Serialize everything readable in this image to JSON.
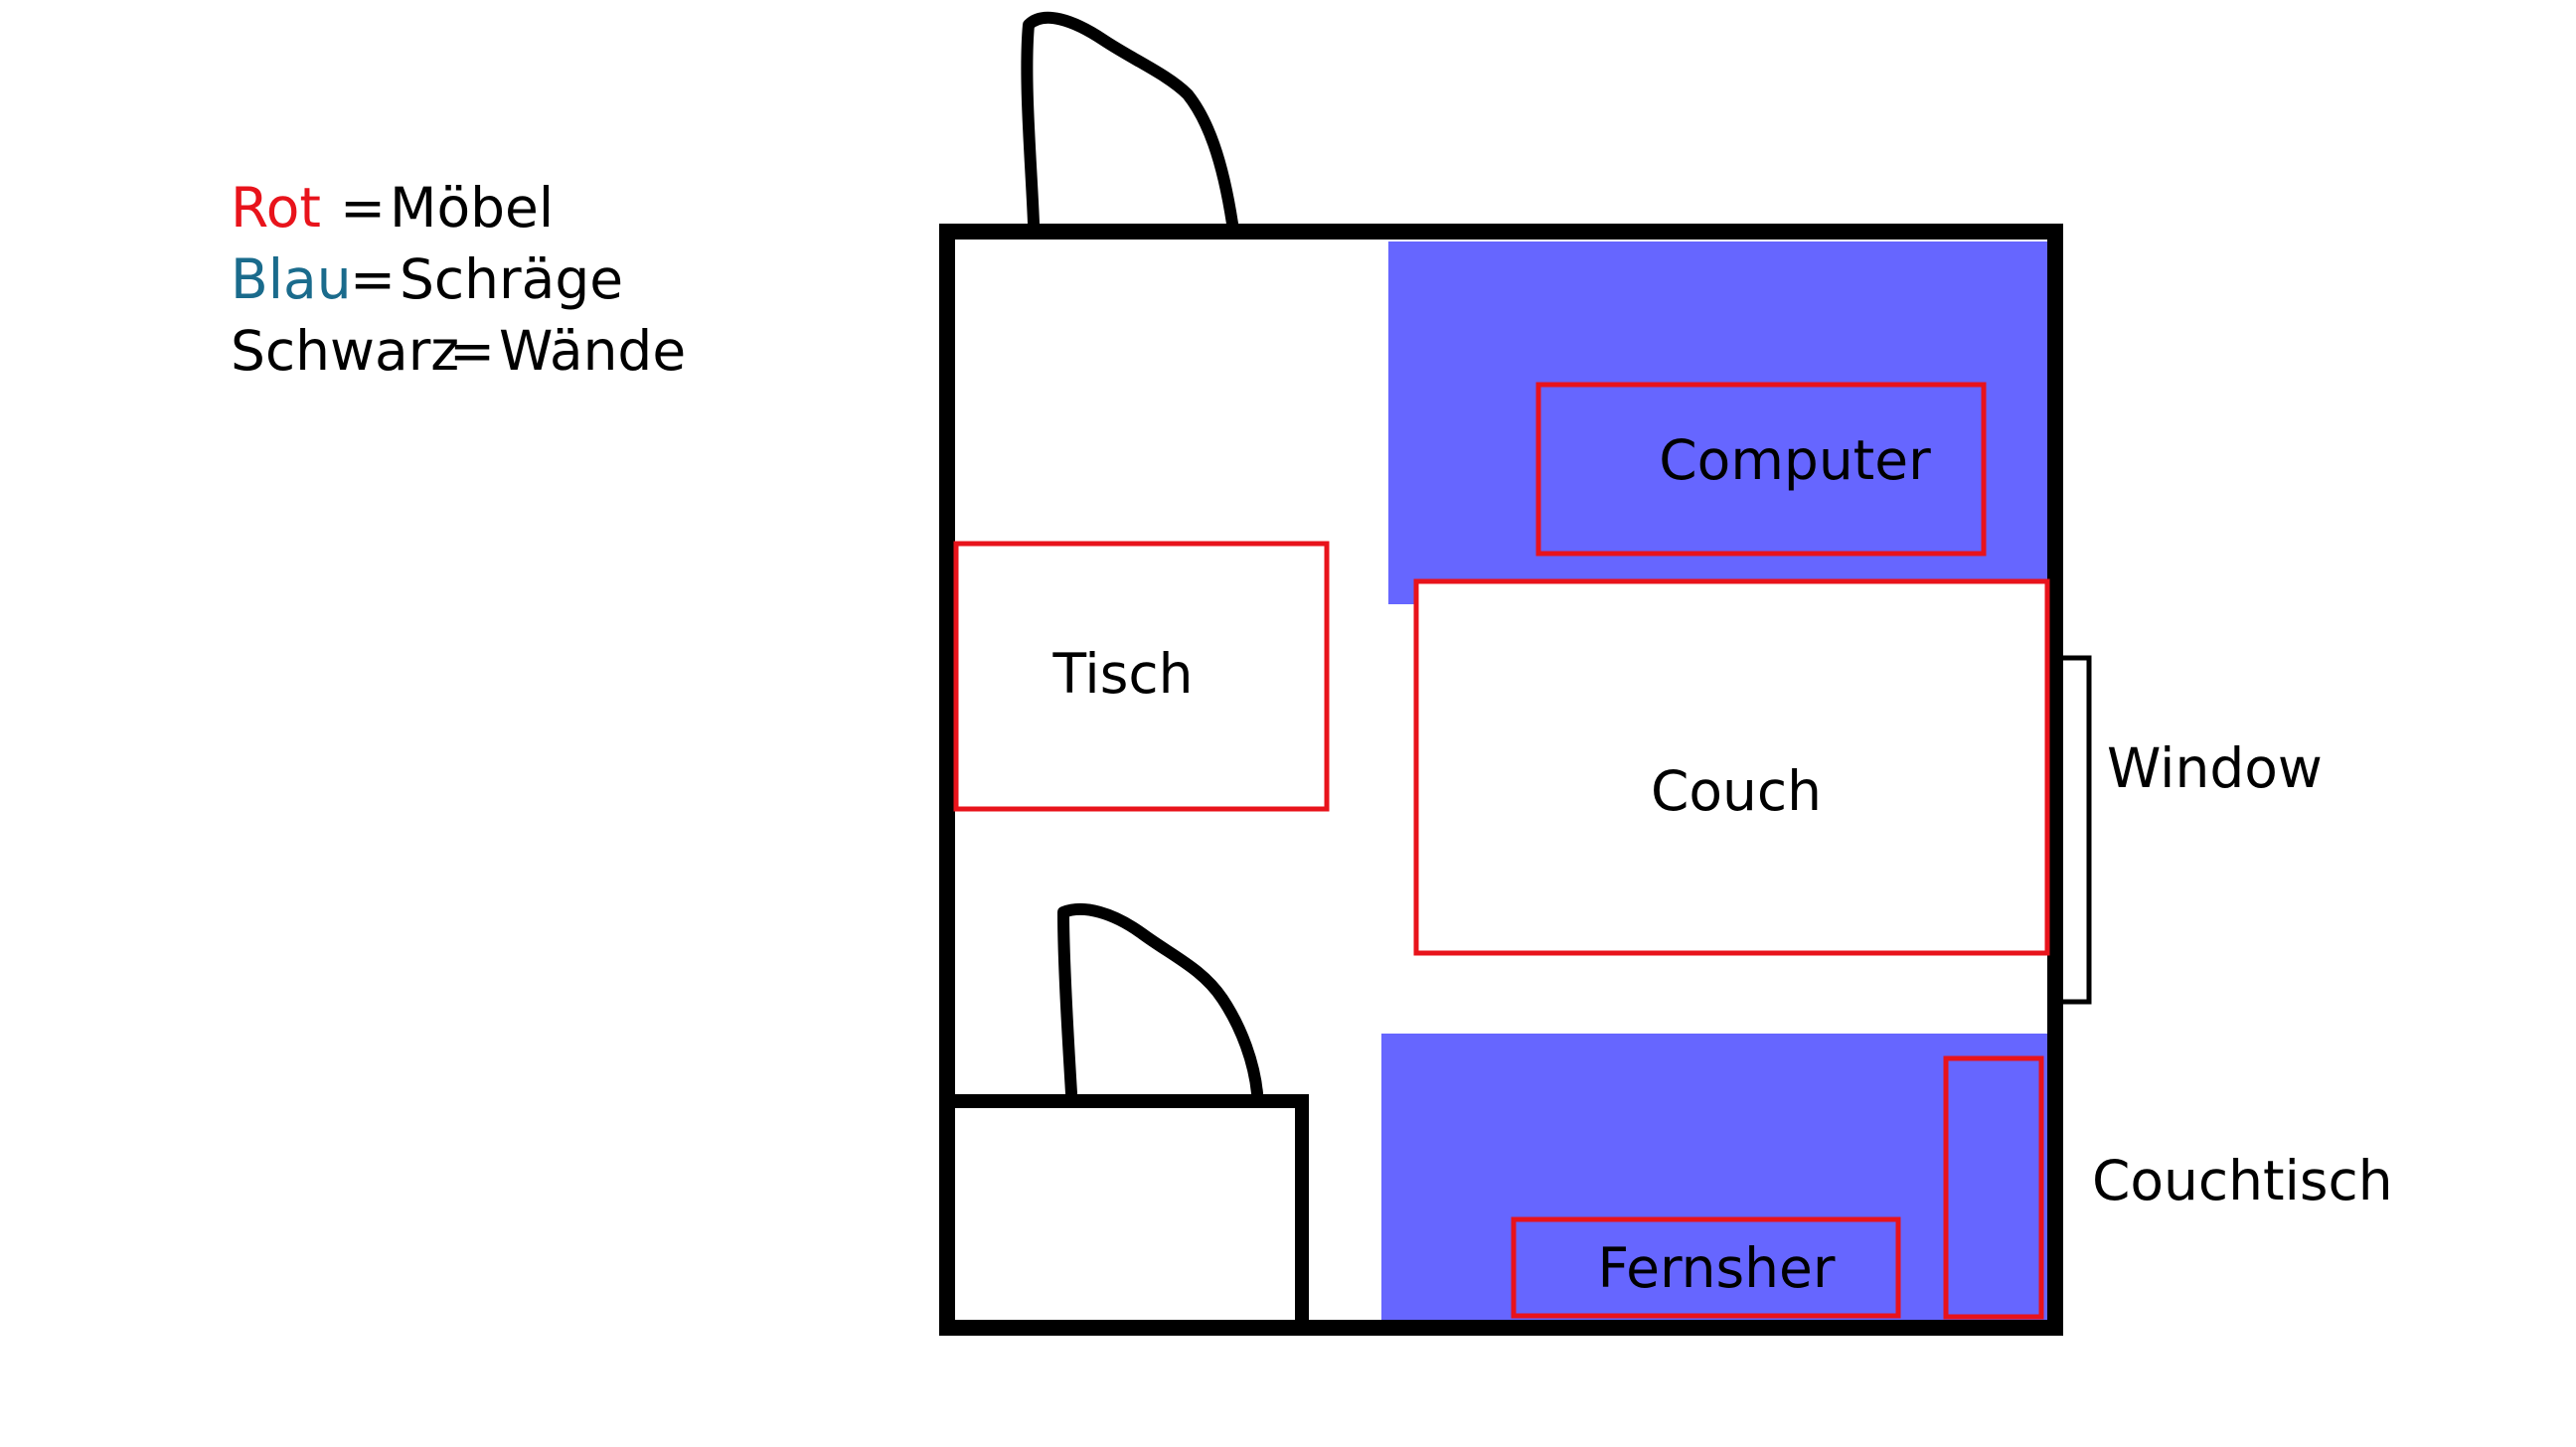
{
  "legend": [
    {
      "key": "Rot",
      "value": "Möbel",
      "key_color": "#e8131b"
    },
    {
      "key": "Blau",
      "value": "Schräge",
      "key_color": "#1a6b8c"
    },
    {
      "key": "Schwarz",
      "value": "Wände",
      "key_color": "#000000"
    }
  ],
  "legend_separator": "=",
  "furniture": {
    "computer": "Computer",
    "tisch": "Tisch",
    "couch": "Couch",
    "fernsher": "Fernsher"
  },
  "outside_labels": {
    "window": "Window",
    "couchtisch": "Couchtisch"
  },
  "colors": {
    "furniture_outline": "#e8131b",
    "slope_fill": "#6666ff",
    "wall": "#000000",
    "background": "#ffffff"
  }
}
